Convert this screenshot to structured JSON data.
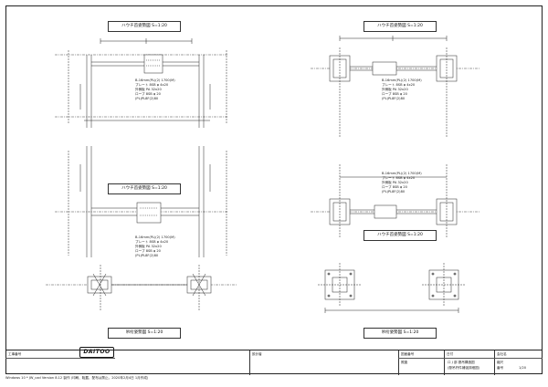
{
  "drawing": {
    "views": [
      {
        "title": "ハウチ首姿勢図 S=1:20"
      },
      {
        "title": "ハウチ首姿勢図 S=1:20"
      },
      {
        "title": "吊桁姿勢図 S=1:20"
      },
      {
        "title": "ハウチ首姿勢図 S=1:20"
      },
      {
        "title": "ハウチ首姿勢図 S=1:20"
      },
      {
        "title": "吊桁姿勢図 S=1:20"
      }
    ],
    "callouts": [
      "B-16mm(PL)(2) 1700(M)",
      "プレート 8SB φ 4x20",
      "外側板 PA 32x20",
      "ロープ 8SB φ 20",
      "(PL)PL8F(2)80"
    ]
  },
  "title_block": {
    "project_label": "工事番号",
    "designer_label": "設計者",
    "date_label": "日付",
    "checker_label": "照査",
    "drawing_number_label": "図面番号",
    "drawing_name": "ロ J 部 懸吊構造図",
    "drawing_subname": "(懸吊杆件補強詳細図)",
    "sheet_label": "番号",
    "sheet_value": "1/20",
    "scale_label": "縮尺",
    "company_label": "会社名"
  },
  "logo": {
    "text": "DAITOO"
  },
  "footer": {
    "text": "Windows 10 * JW_cad Version 8.12 製作 (印刷、転載、配布は禁止。2020年2月4日 1月作成)"
  }
}
